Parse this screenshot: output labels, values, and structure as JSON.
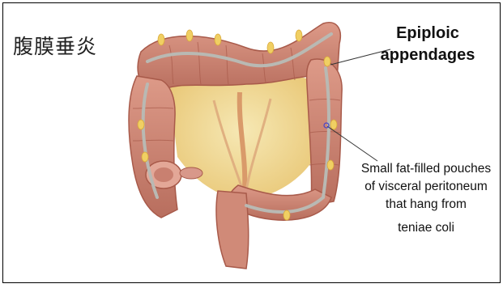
{
  "title": "腹膜垂炎",
  "labels": {
    "epiploic_line1": "Epiploic",
    "epiploic_line2": "appendages",
    "desc_line1": "Small fat-filled pouches",
    "desc_line2": "of visceral peritoneum",
    "desc_line3": "that hang from",
    "desc_line4": "teniae coli"
  },
  "colors": {
    "colon": "#cf8877",
    "colon_dark": "#a85a4a",
    "tenia": "#b9b9b3",
    "fat": "#f0cf63",
    "mesentery": "#f1de9a",
    "vessel": "#d8a36f"
  }
}
